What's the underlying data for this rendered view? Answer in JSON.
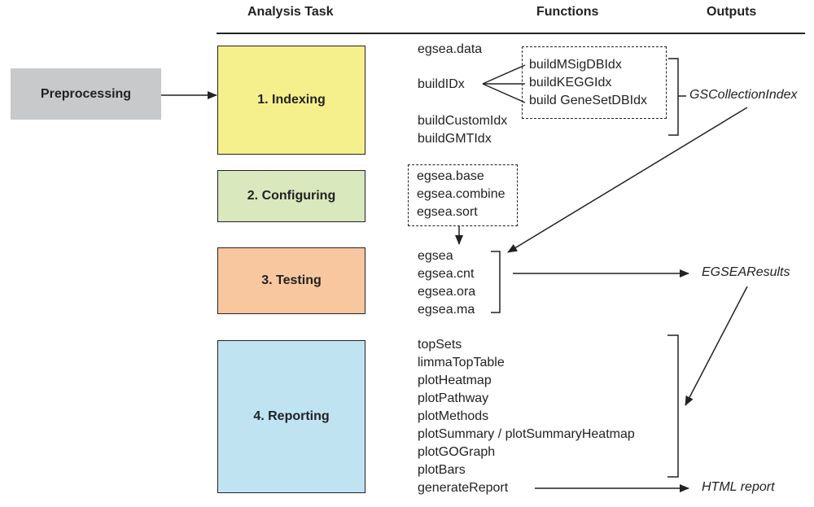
{
  "headers": {
    "task": "Analysis Task",
    "functions": "Functions",
    "outputs": "Outputs"
  },
  "preprocessing": "Preprocessing",
  "tasks": [
    {
      "label": "1. Indexing",
      "color": "#f6f08c"
    },
    {
      "label": "2. Configuring",
      "color": "#d9e8bd"
    },
    {
      "label": "3. Testing",
      "color": "#f8c7a0"
    },
    {
      "label": "4. Reporting",
      "color": "#bfe3f1"
    }
  ],
  "preprocessing_color": "#c8c9ca",
  "indexing": {
    "data": "egsea.data",
    "build": "buildIDx",
    "sub": [
      "buildMSigDBIdx",
      "buildKEGGIdx",
      "build GeneSetDBIdx"
    ],
    "custom": [
      "buildCustomIdx",
      "buildGMTIdx"
    ]
  },
  "configuring": [
    "egsea.base",
    "egsea.combine",
    "egsea.sort"
  ],
  "testing": [
    "egsea",
    "egsea.cnt",
    "egsea.ora",
    "egsea.ma"
  ],
  "reporting": [
    "topSets",
    "limmaTopTable",
    "plotHeatmap",
    "plotPathway",
    "plotMethods",
    "plotSummary / plotSummaryHeatmap",
    "plotGOGraph",
    "plotBars",
    "generateReport"
  ],
  "outputs": {
    "index": "GSCollectionIndex",
    "results": "EGSEAResults",
    "report": "HTML report"
  }
}
